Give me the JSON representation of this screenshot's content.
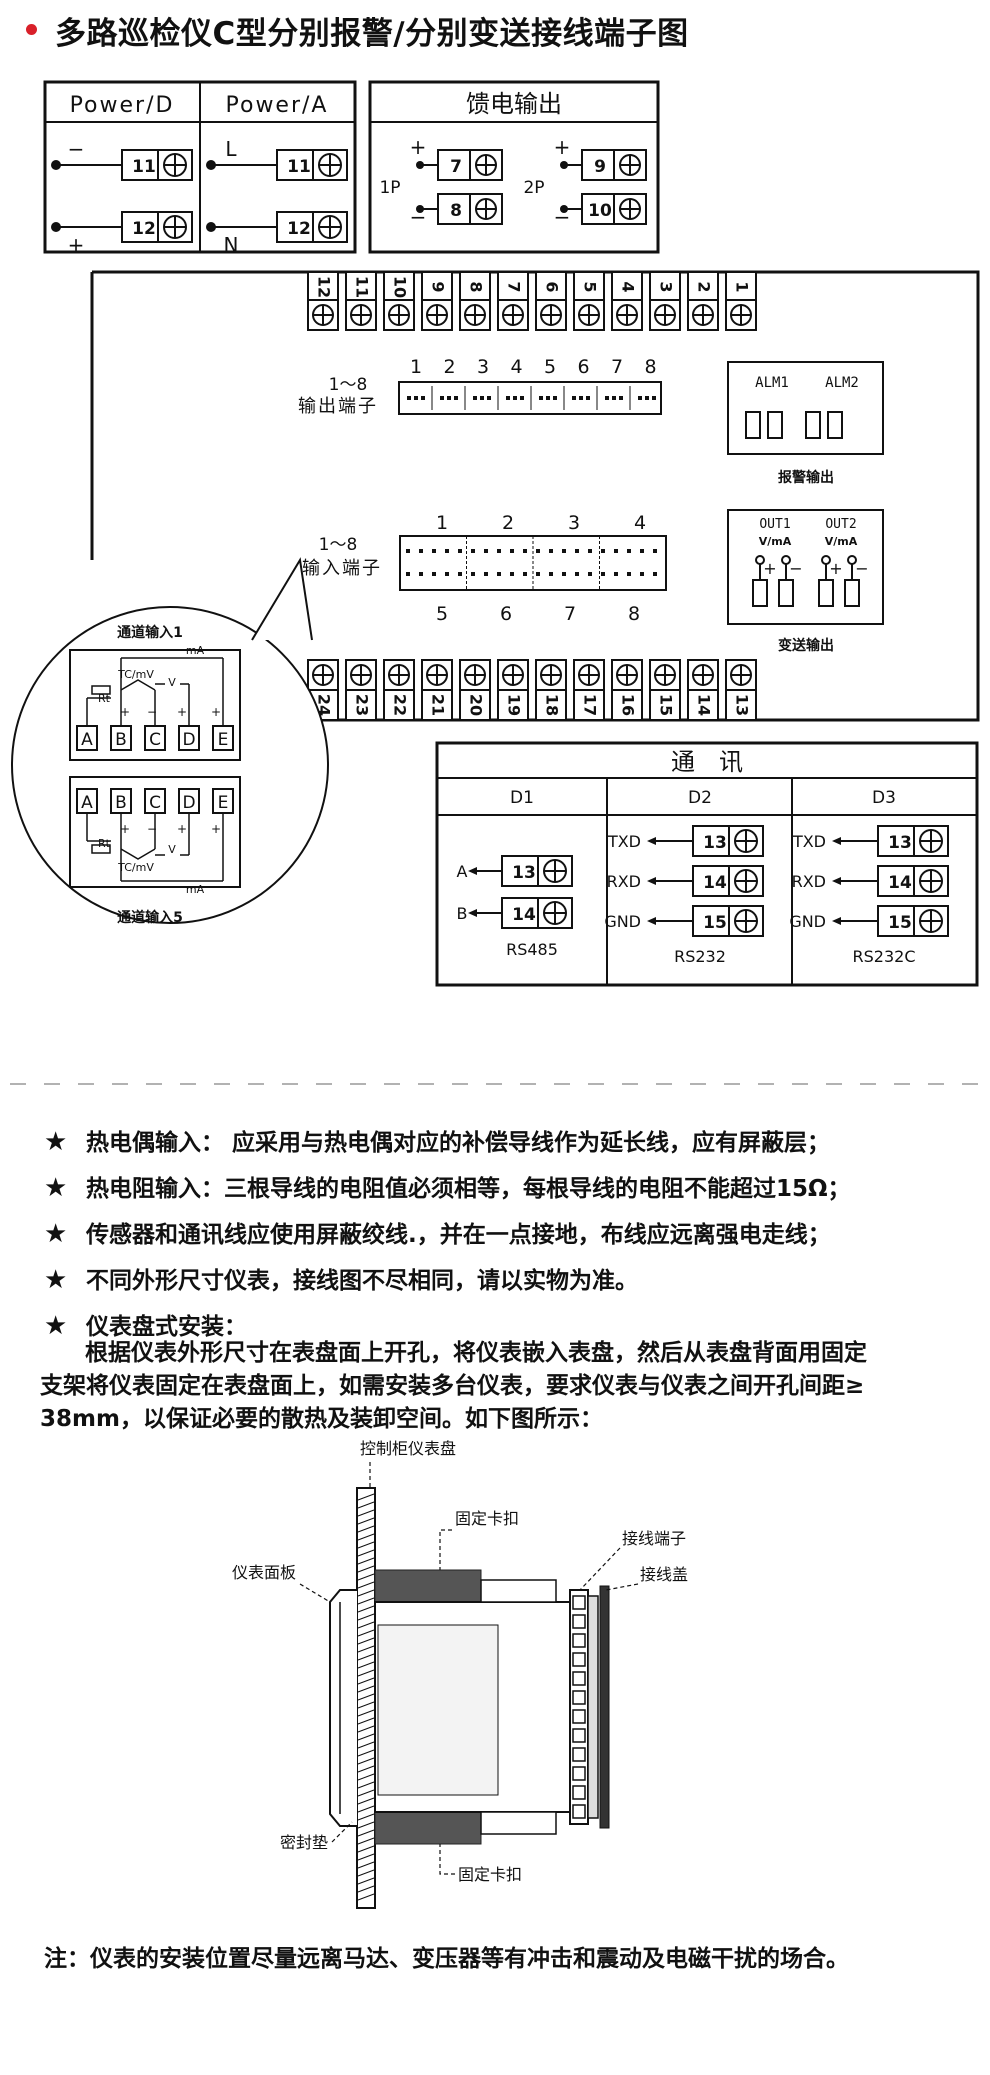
{
  "title": "多路巡检仪C型分别报警/分别变送接线端子图",
  "power_box": {
    "power_d": {
      "label": "Power/D",
      "signs": [
        "−",
        "+"
      ],
      "terminals": [
        "11",
        "12"
      ]
    },
    "power_a": {
      "label": "Power/A",
      "signs": [
        "L",
        "N"
      ],
      "terminals": [
        "11",
        "12"
      ]
    }
  },
  "feed_box": {
    "title": "馈电输出",
    "groups": [
      {
        "label": "1P",
        "signs": [
          "+",
          "−"
        ],
        "terminals": [
          "7",
          "8"
        ]
      },
      {
        "label": "2P",
        "signs": [
          "+",
          "−"
        ],
        "terminals": [
          "9",
          "10"
        ]
      }
    ]
  },
  "main_box": {
    "top_terminals": [
      "12",
      "11",
      "10",
      "9",
      "8",
      "7",
      "6",
      "5",
      "4",
      "3",
      "2",
      "1"
    ],
    "bottom_terminals": [
      "24",
      "23",
      "22",
      "21",
      "20",
      "19",
      "18",
      "17",
      "16",
      "15",
      "14",
      "13"
    ],
    "output_numbers": [
      "1",
      "2",
      "3",
      "4",
      "5",
      "6",
      "7",
      "8"
    ],
    "output_label_range": "1～8",
    "output_label": "输出端子",
    "input_numbers_top": [
      "1",
      "2",
      "3",
      "4"
    ],
    "input_numbers_bottom": [
      "5",
      "6",
      "7",
      "8"
    ],
    "input_label_range": "1～8",
    "input_label": "输入端子",
    "alarm": {
      "labels": [
        "ALM1",
        "ALM2"
      ],
      "caption": "报警输出"
    },
    "transmit": {
      "labels": [
        "OUT1",
        "OUT2"
      ],
      "units": [
        "V/mA",
        "V/mA"
      ],
      "signs": [
        "+",
        "−"
      ],
      "caption": "变送输出"
    }
  },
  "channel_circle": {
    "top_caption": "通道输入1",
    "bottom_caption": "通道输入5",
    "letters": [
      "A",
      "B",
      "C",
      "D",
      "E"
    ],
    "rt": "Rt",
    "tc": "TC/mV",
    "v": "V",
    "ma": "mA",
    "plus": "+",
    "minus": "−"
  },
  "comm_box": {
    "title": "通　讯",
    "columns": [
      {
        "header": "D1",
        "pins": [
          {
            "name": "A",
            "num": "13"
          },
          {
            "name": "B",
            "num": "14"
          }
        ],
        "caption": "RS485"
      },
      {
        "header": "D2",
        "pins": [
          {
            "name": "TXD",
            "num": "13"
          },
          {
            "name": "RXD",
            "num": "14"
          },
          {
            "name": "GND",
            "num": "15"
          }
        ],
        "caption": "RS232"
      },
      {
        "header": "D3",
        "pins": [
          {
            "name": "TXD",
            "num": "13"
          },
          {
            "name": "RXD",
            "num": "14"
          },
          {
            "name": "GND",
            "num": "15"
          }
        ],
        "caption": "RS232C"
      }
    ]
  },
  "notes": [
    "热电偶输入： 应采用与热电偶对应的补偿导线作为延长线，应有屏蔽层；",
    "热电阻输入：三根导线的电阻值必须相等，每根导线的电阻不能超过15Ω；",
    "传感器和通讯线应使用屏蔽绞线.，并在一点接地，布线应远离强电走线；",
    "不同外形尺寸仪表，接线图不尽相同，请以实物为准。",
    "仪表盘式安装："
  ],
  "note_mark": "★",
  "paragraph": [
    "根据仪表外形尺寸在表盘面上开孔，将仪表嵌入表盘，然后从表盘背面用固定",
    "支架将仪表固定在表盘面上，如需安装多台仪表，要求仪表与仪表之间开孔间距≥",
    "38mm，以保证必要的散热及装卸空间。如下图所示："
  ],
  "install": {
    "panel": "控制柜仪表盘",
    "clip_top": "固定卡扣",
    "terminal": "接线端子",
    "cover": "接线盖",
    "face": "仪表面板",
    "seal": "密封垫",
    "clip_bottom": "固定卡扣"
  },
  "footnote": "注：仪表的安装位置尽量远离马达、变压器等有冲击和震动及电磁干扰的场合。"
}
